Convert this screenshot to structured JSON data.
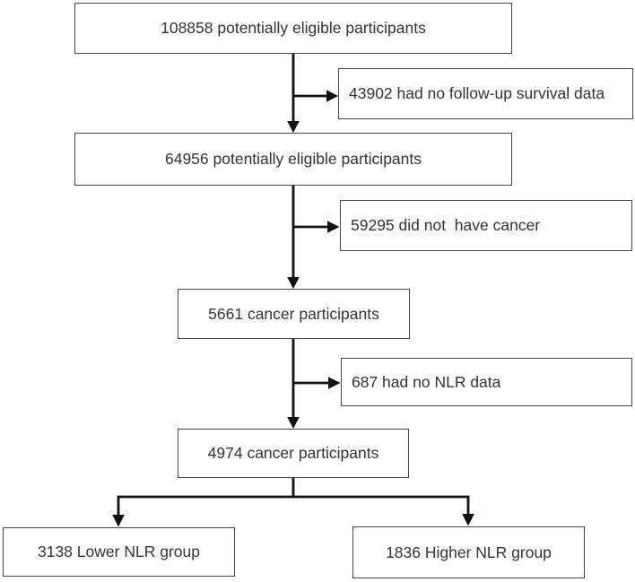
{
  "diagram": {
    "type": "flowchart",
    "background_color": "#ffffff",
    "line_color": "#111111",
    "box_border_color": "#454545",
    "text_color": "#333333",
    "nodes": {
      "eligible_1": {
        "label": "108858 potentially eligible participants"
      },
      "no_followup": {
        "label": "43902 had no follow-up survival data"
      },
      "eligible_2": {
        "label": "64956 potentially eligible participants"
      },
      "no_cancer": {
        "label": "59295 did not  have cancer"
      },
      "cancer_1": {
        "label": "5661 cancer participants"
      },
      "no_nlr": {
        "label": "687 had no NLR data"
      },
      "cancer_2": {
        "label": "4974 cancer participants"
      },
      "lower_nlr": {
        "label": "3138 Lower NLR group"
      },
      "higher_nlr": {
        "label": "1836 Higher NLR group"
      }
    }
  }
}
